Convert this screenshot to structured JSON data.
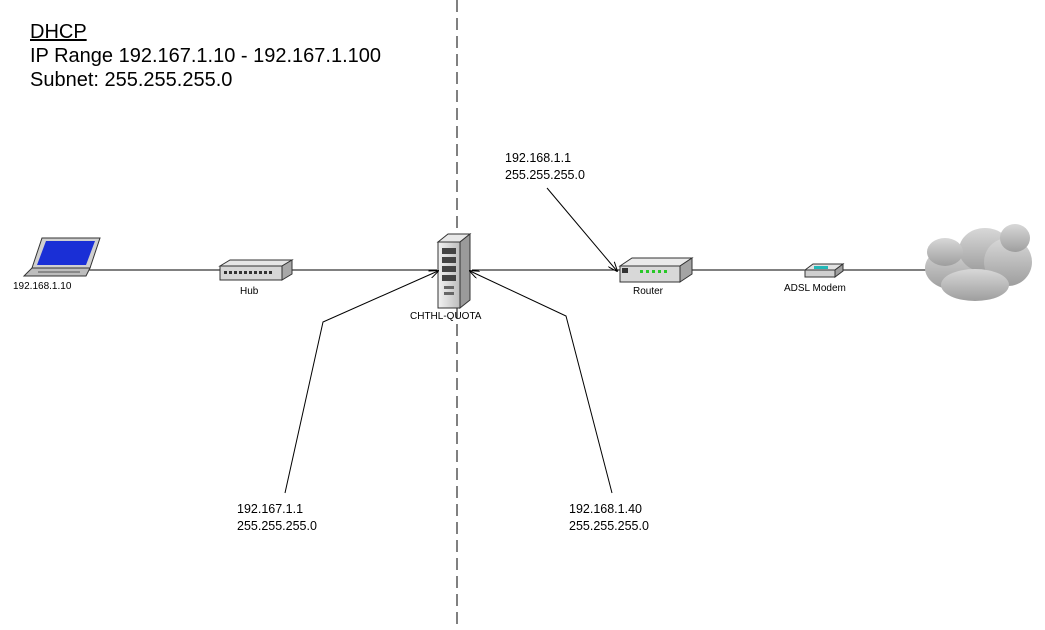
{
  "dhcp": {
    "title": "DHCP",
    "ip_range": "IP Range 192.167.1.10 - 192.167.1.100",
    "subnet": "Subnet: 255.255.255.0"
  },
  "devices": {
    "laptop_label": "192.168.1.10",
    "hub_label": "Hub",
    "server_label": "CHTHL-QUOTA",
    "router_label": "Router",
    "modem_label": "ADSL Modem"
  },
  "callouts": {
    "router_side": {
      "ip": "192.168.1.1",
      "mask": "255.255.255.0"
    },
    "lan_side": {
      "ip": "192.167.1.1",
      "mask": "255.255.255.0"
    },
    "wan_side": {
      "ip": "192.168.1.40",
      "mask": "255.255.255.0"
    }
  }
}
